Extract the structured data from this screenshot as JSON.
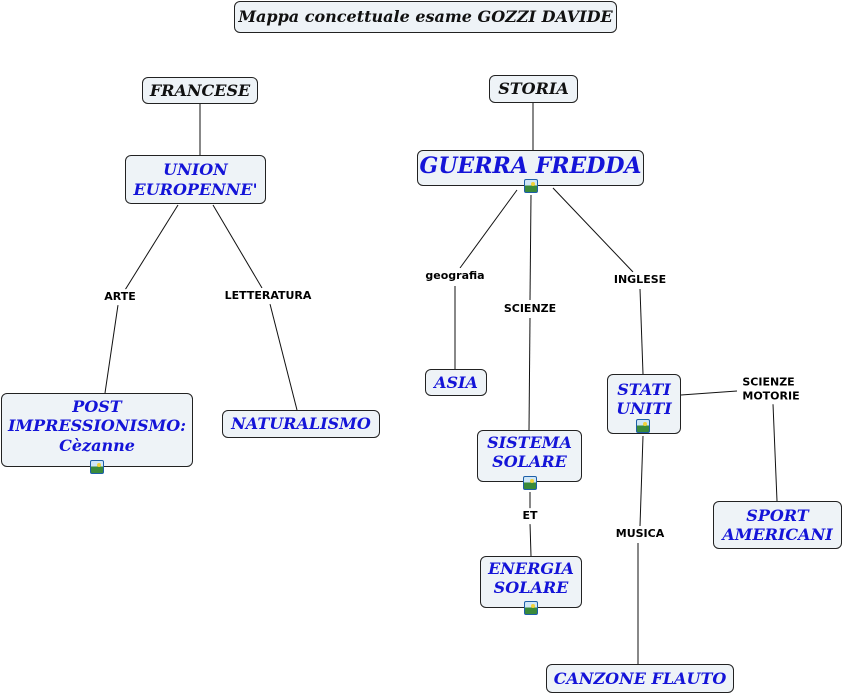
{
  "title": "Mappa concettuale esame GOZZI DAVIDE",
  "nodes": {
    "francese": "FRANCESE",
    "storia": "STORIA",
    "union": "UNION\nEUROPENNE'",
    "guerra": "GUERRA FREDDA",
    "post": "POST\nIMPRESSIONISMO:\nCèzanne",
    "naturalismo": "NATURALISMO",
    "asia": "ASIA",
    "stati": "STATI\nUNITI",
    "sistema": "SISTEMA\nSOLARE",
    "energia": "ENERGIA\nSOLARE",
    "sport": "SPORT\nAMERICANI",
    "canzone": "CANZONE FLAUTO"
  },
  "links": {
    "arte": "ARTE",
    "letteratura": "LETTERATURA",
    "geografia": "geografia",
    "scienze": "SCIENZE",
    "inglese": "INGLESE",
    "scienze_motorie": "SCIENZE\nMOTORIE",
    "et": "ET",
    "musica": "MUSICA"
  }
}
